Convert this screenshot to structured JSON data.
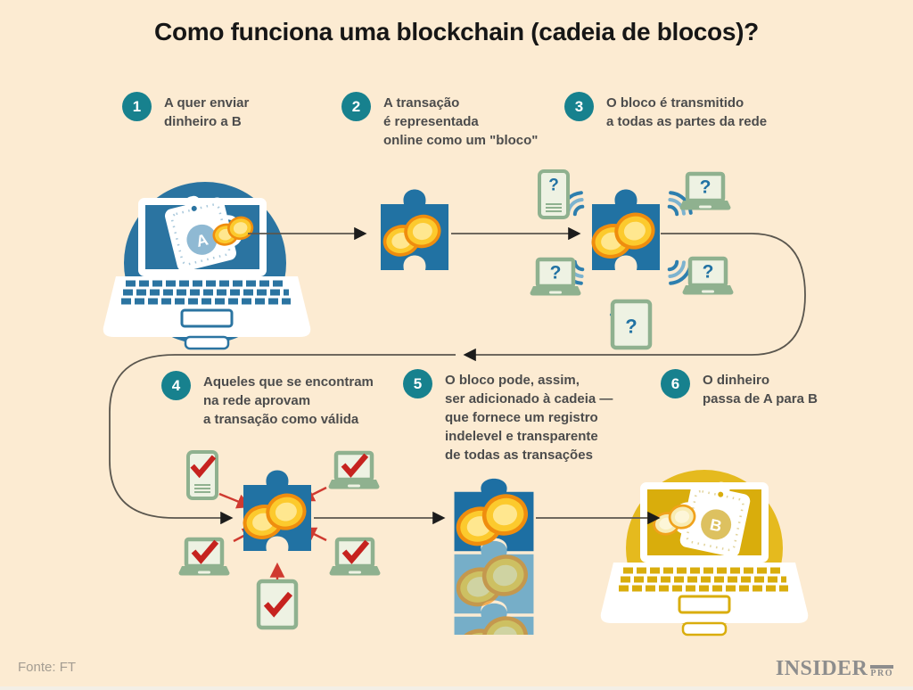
{
  "title": "Como funciona uma blockchain (cadeia de blocos)?",
  "steps": [
    {
      "number": "1",
      "text": "A quer enviar\ndinheiro a B"
    },
    {
      "number": "2",
      "text": "A transação\né representada\nonline como um \"bloco\""
    },
    {
      "number": "3",
      "text": "O bloco é transmitido\na todas as partes da rede"
    },
    {
      "number": "4",
      "text": "Aqueles que se encontram\nna rede aprovam\na transação como válida"
    },
    {
      "number": "5",
      "text": "O bloco pode, assim,\nser adicionado à cadeia —\nque fornece um registro\nindelevel e transparente\nde todas as transações"
    },
    {
      "number": "6",
      "text": "O dinheiro\npassa de A para B"
    }
  ],
  "labels": {
    "wallet_a": "A",
    "wallet_b": "B",
    "question_mark": "?"
  },
  "footer": {
    "source": "Fonte: FT",
    "brand": "INSIDER",
    "brand_suffix": "PRO"
  },
  "colors": {
    "background": "#fcebd2",
    "teal_badge": "#17818e",
    "blue_main": "#2b74a1",
    "chain_light_blue": "#76aec8",
    "coin_gold": "#fcca2d",
    "coin_rim": "#ef8d0e",
    "device_sage": "#8fb18f",
    "check_red": "#c6231f",
    "laptop_b_gold": "#e5ba1e"
  }
}
